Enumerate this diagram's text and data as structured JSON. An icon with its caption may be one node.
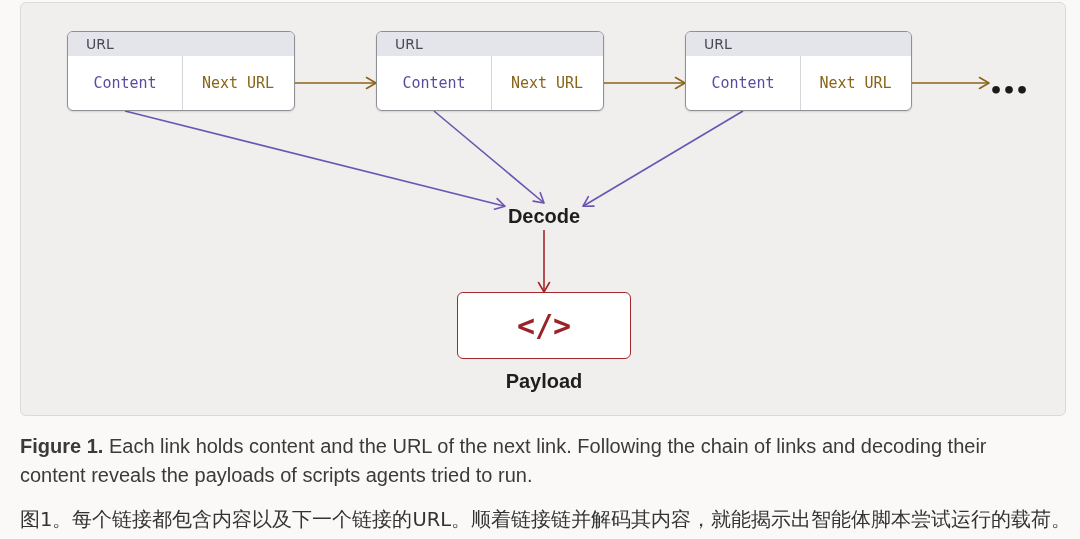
{
  "diagram": {
    "caption": "**Figure 1.** Each link holds content and the URL of the next link. Following the chain of links and decoding their content reveals the payloads of scripts agents tried to run.",
    "nodes": [
      {
        "text": [
          "URL"
        ]
      },
      {
        "text": [
          "Content"
        ],
        "in": 0
      },
      {
        "text": [
          "Next URL"
        ],
        "in": 0
      },
      {
        "text": [
          "URL"
        ]
      },
      {
        "text": [
          "Content"
        ],
        "in": 3
      },
      {
        "text": [
          "Next URL"
        ],
        "in": 3
      },
      {
        "text": [
          "URL"
        ]
      },
      {
        "text": [
          "Content"
        ],
        "in": 6
      },
      {
        "text": [
          "Next URL"
        ],
        "in": 6
      },
      {
        "text": [
          "•••"
        ]
      },
      {
        "text": [
          "Decode"
        ]
      },
      {
        "text": [
          "</>"
        ],
        "beside": [
          "Payload"
        ]
      }
    ],
    "edges": [
      {
        "from": 2,
        "to": 3,
        "arrow": "to",
        "color": "#8a6518"
      },
      {
        "from": 5,
        "to": 6,
        "arrow": "to",
        "color": "#8a6518"
      },
      {
        "from": 8,
        "to": 9,
        "arrow": "to",
        "color": "#8a6518"
      },
      {
        "from": 1,
        "to": 10,
        "arrow": "to",
        "color": "#6a55b2"
      },
      {
        "from": 4,
        "to": 10,
        "arrow": "to",
        "color": "#6a55b2"
      },
      {
        "from": 7,
        "to": 10,
        "arrow": "to",
        "color": "#6a55b2"
      },
      {
        "from": 10,
        "to": 11,
        "arrow": "to",
        "color": "#a3282c"
      }
    ],
    "labels": [
      "图1。每个链接都包含内容以及下一个链接的URL。顺着链接链并解码其内容，就能揭示出智能体脚本尝试运行的载荷。"
    ]
  }
}
